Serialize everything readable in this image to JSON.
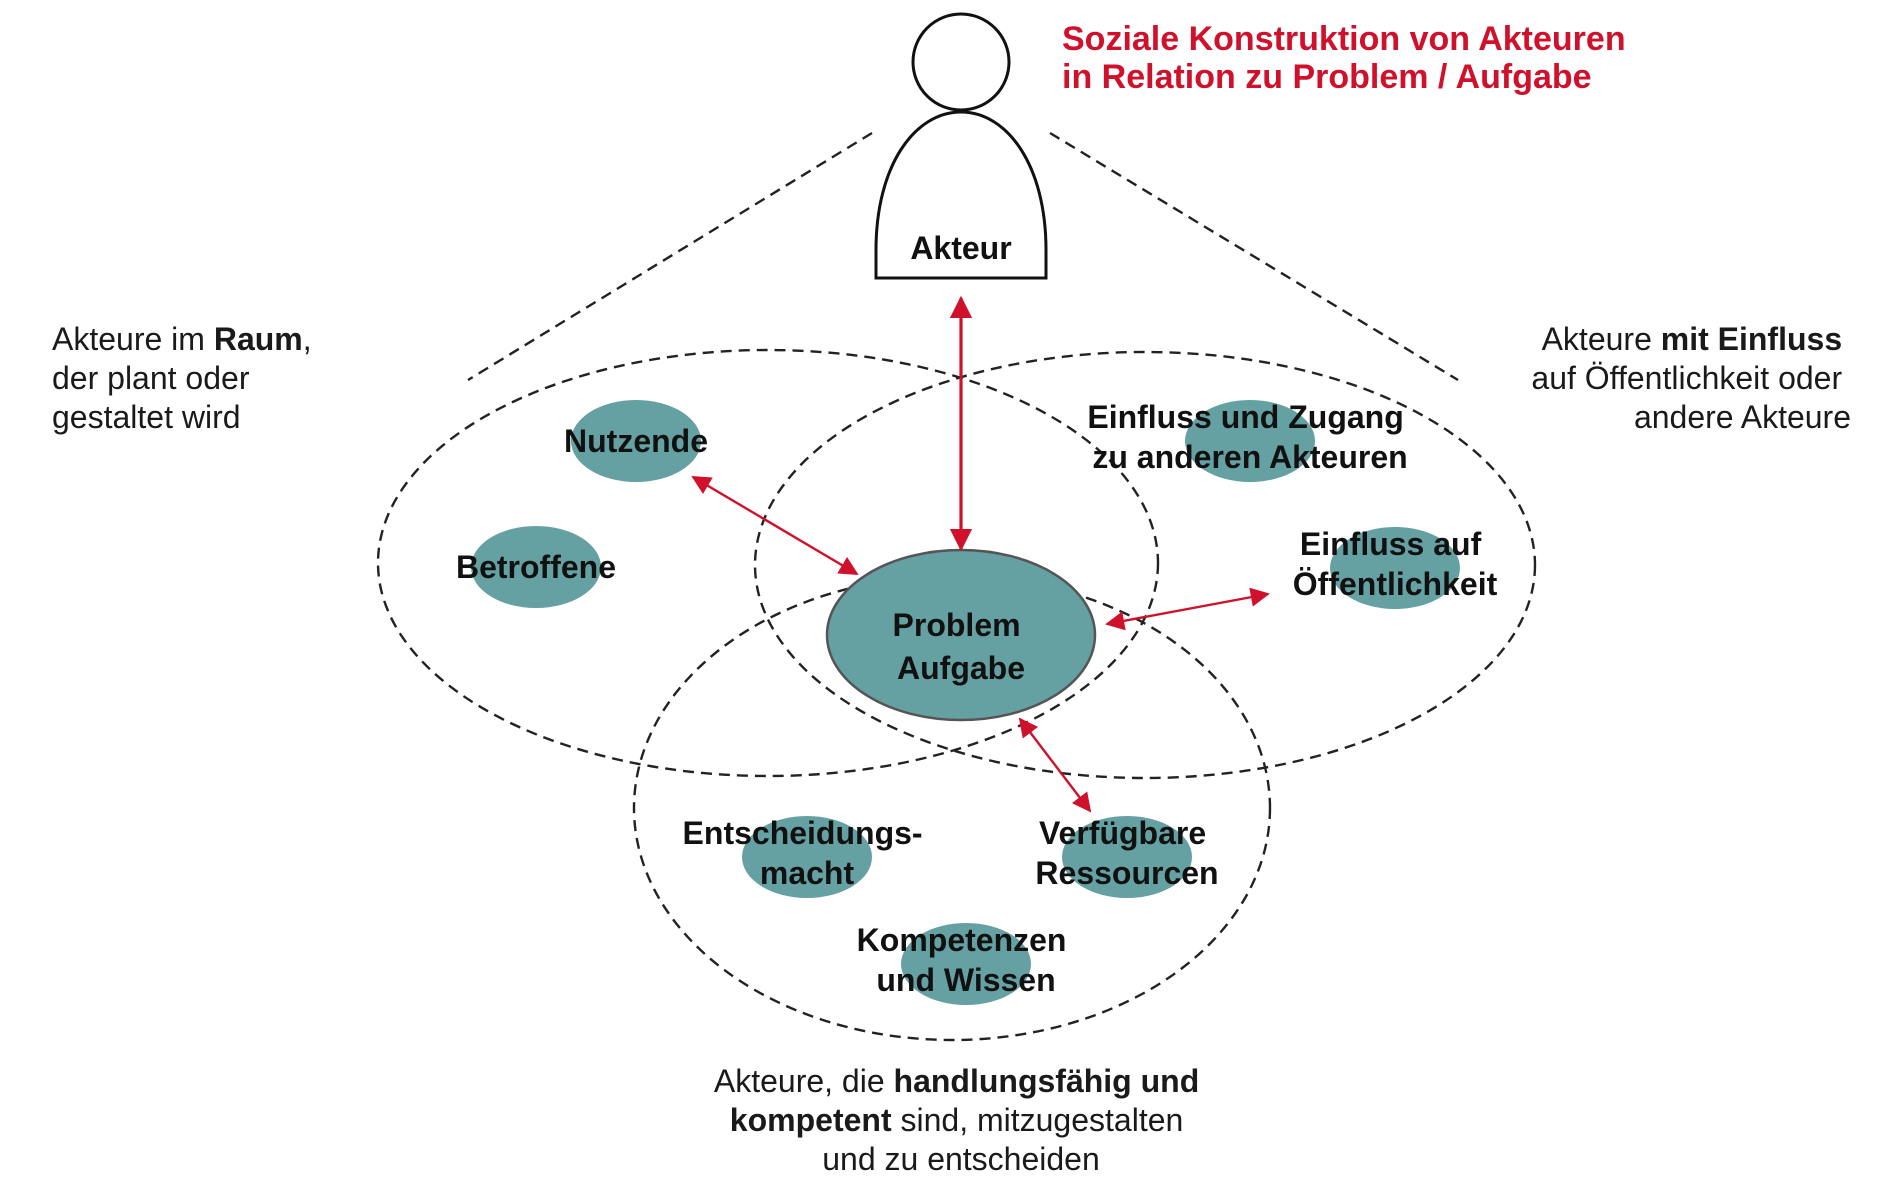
{
  "title": {
    "line1": "Soziale Konstruktion von Akteuren",
    "line2": "in Relation zu Problem / Aufgabe",
    "color": "#d0112b"
  },
  "actor": {
    "label": "Akteur"
  },
  "center": {
    "line1": "Problem",
    "line2": "Aufgabe",
    "fill": "#65a0a2"
  },
  "node_fill": "#65a0a2",
  "arrow_color": "#d0112b",
  "nodes": {
    "nutzende": "Nutzende",
    "betroffene": "Betroffene",
    "einfluss_zugang": {
      "line1": "Einfluss und Zugang",
      "line2": "zu anderen Akteuren"
    },
    "einfluss_oeffentlichkeit": {
      "line1": "Einfluss auf",
      "line2": "Öffentlichkeit"
    },
    "entscheidungsmacht": {
      "line1": "Entscheidungs-",
      "line2": "macht"
    },
    "ressourcen": {
      "line1": "Verfügbare",
      "line2": "Ressourcen"
    },
    "kompetenzen": {
      "line1": "Kompetenzen",
      "line2": "und Wissen"
    }
  },
  "captions": {
    "raum": {
      "l1_pre": "Akteure im ",
      "l1_bold": "Raum",
      "l1_post": ",",
      "l2": "der plant oder",
      "l3": "gestaltet wird"
    },
    "einfluss": {
      "l1_pre": "Akteure ",
      "l1_bold": "mit Einfluss",
      "l2": "auf Öffentlichkeit oder",
      "l3": "andere Akteure"
    },
    "handlung": {
      "l1_pre": "Akteure, die ",
      "l1_bold": "handlungsfähig und",
      "l2_bold": "kompetent",
      "l2_post": " sind, mitzugestalten",
      "l3": "und zu entscheiden"
    }
  }
}
